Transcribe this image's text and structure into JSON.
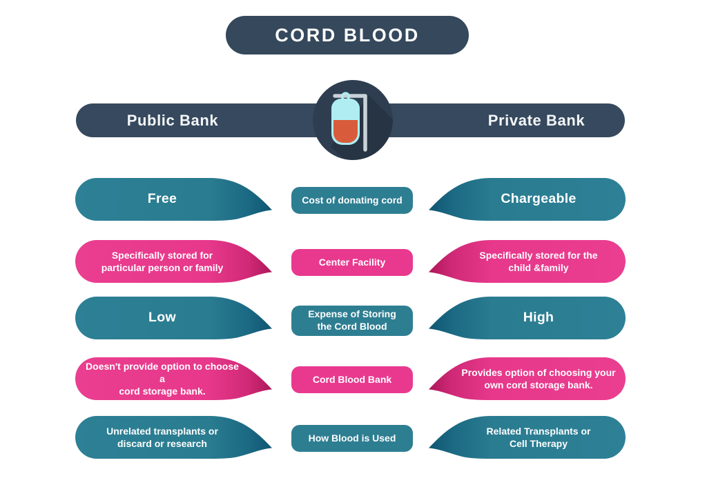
{
  "title": "CORD BLOOD",
  "header": {
    "left_label": "Public Bank",
    "right_label": "Private Bank",
    "center_icon": "blood-bag-iv-stand-icon"
  },
  "colors": {
    "navy_bar": "#36495E",
    "navy_pill": "#35485C",
    "navy_circle": "#2E3E50",
    "teal": "#2B7E92",
    "teal_dark_tip": "#0F5672",
    "pink": "#E8398C",
    "pink_dark_tip": "#AD1759",
    "bag_top_cyan": "#AFEDF3",
    "bag_bottom_orange": "#D85C3B",
    "pole_gray": "#C9D2D8"
  },
  "rows": [
    {
      "theme": "teal",
      "left": "Free",
      "center": "Cost of donating cord",
      "right": "Chargeable"
    },
    {
      "theme": "pink",
      "left": "Specifically stored for\nparticular person or family",
      "center": "Center Facility",
      "right": "Specifically stored for the\nchild &family"
    },
    {
      "theme": "teal",
      "left": "Low",
      "center": "Expense of Storing\nthe Cord Blood",
      "right": "High"
    },
    {
      "theme": "pink",
      "left": "Doesn't provide option to choose a\ncord storage bank.",
      "center": "Cord Blood Bank",
      "right": "Provides option of choosing your\nown cord storage bank."
    },
    {
      "theme": "teal",
      "left": "Unrelated transplants or\ndiscard or research",
      "center": "How Blood is Used",
      "right": "Related Transplants or\nCell Therapy"
    }
  ]
}
